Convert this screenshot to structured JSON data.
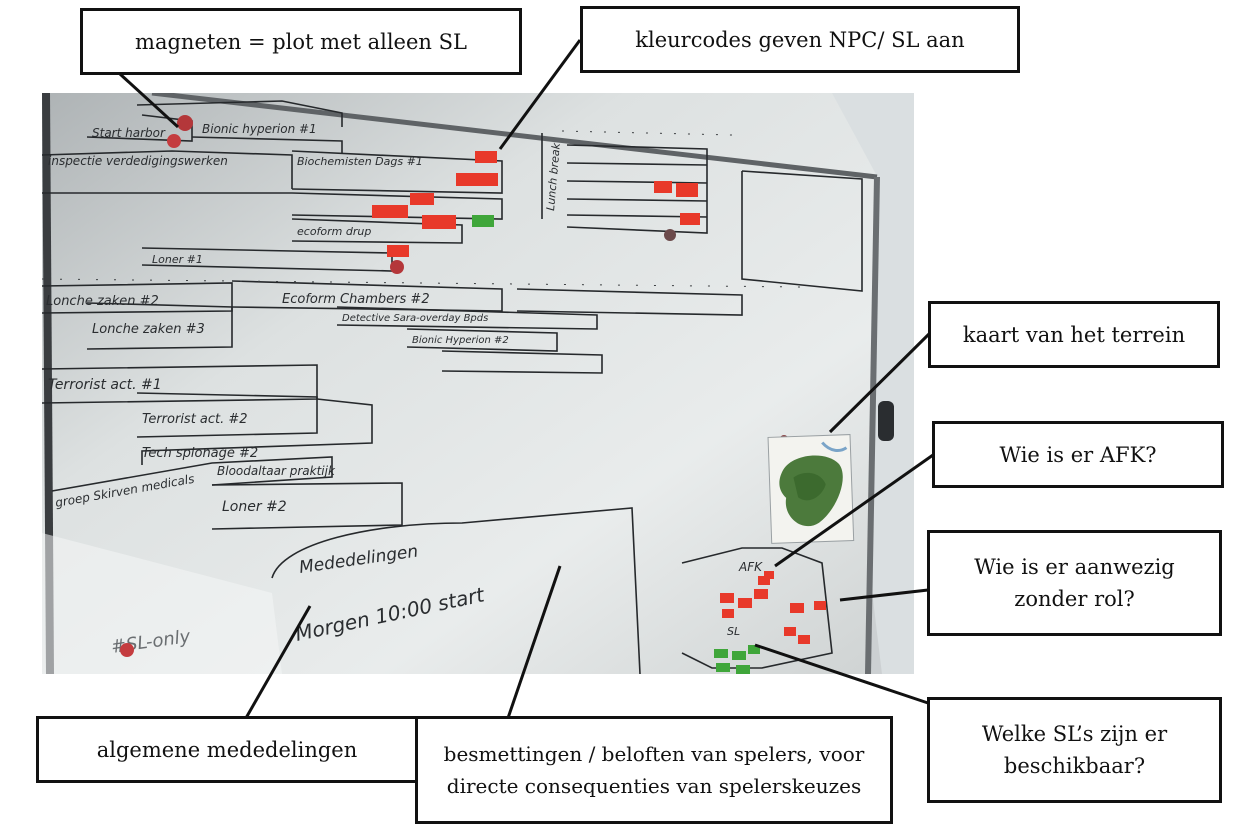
{
  "callouts": {
    "magneten": "magneten = plot met alleen SL",
    "kleurcodes": "kleurcodes geven NPC/ SL aan",
    "kaart": "kaart van het terrein",
    "afk": "Wie is er AFK?",
    "aanwezig": "Wie is er aanwezig zonder rol?",
    "mededelingen": "algemene mededelingen",
    "besmettingen": "besmettingen / beloften van spelers, voor directe consequenties van spelerskeuzes",
    "welke_sl": "Welke SL’s zijn er beschikbaar?"
  },
  "board": {
    "scribbles": {
      "start_harbor": "Start harbor",
      "inspectie": "inspectie verdedigingswerken",
      "bionic_1": "Bionic hyperion #1",
      "biochemisten": "Biochemisten Dags #1",
      "ecoform_drup": "ecoform drup",
      "loner_1": "Loner #1",
      "lunch_break": "Lunch break",
      "lonche_1": "Lonche zaken #2",
      "lonche_2": "Lonche zaken #3",
      "ecoform_chambers": "Ecoform Chambers #2",
      "detective": "Detective Sara-overday Bpds",
      "bionic_2": "Bionic Hyperion #2",
      "terrorist_1": "Terrorist act. #1",
      "terrorist_2": "Terrorist act. #2",
      "tech_sprionage": "Tech spionage #2",
      "groep_skirven": "groep Skirven medicals",
      "bloodaltaar": "Bloodaltaar praktijk",
      "loner_2": "Loner #2",
      "mededelingen_heading": "Mededelingen",
      "morgen": "Morgen 10:00 start",
      "sl_only": "#SL-only",
      "afk_label": "AFK",
      "sl_label": "SL"
    }
  },
  "colors": {
    "frame_border": "#111111",
    "note_red": "#e8392a",
    "note_green": "#3fa63a",
    "board_white": "#e9ecec"
  }
}
